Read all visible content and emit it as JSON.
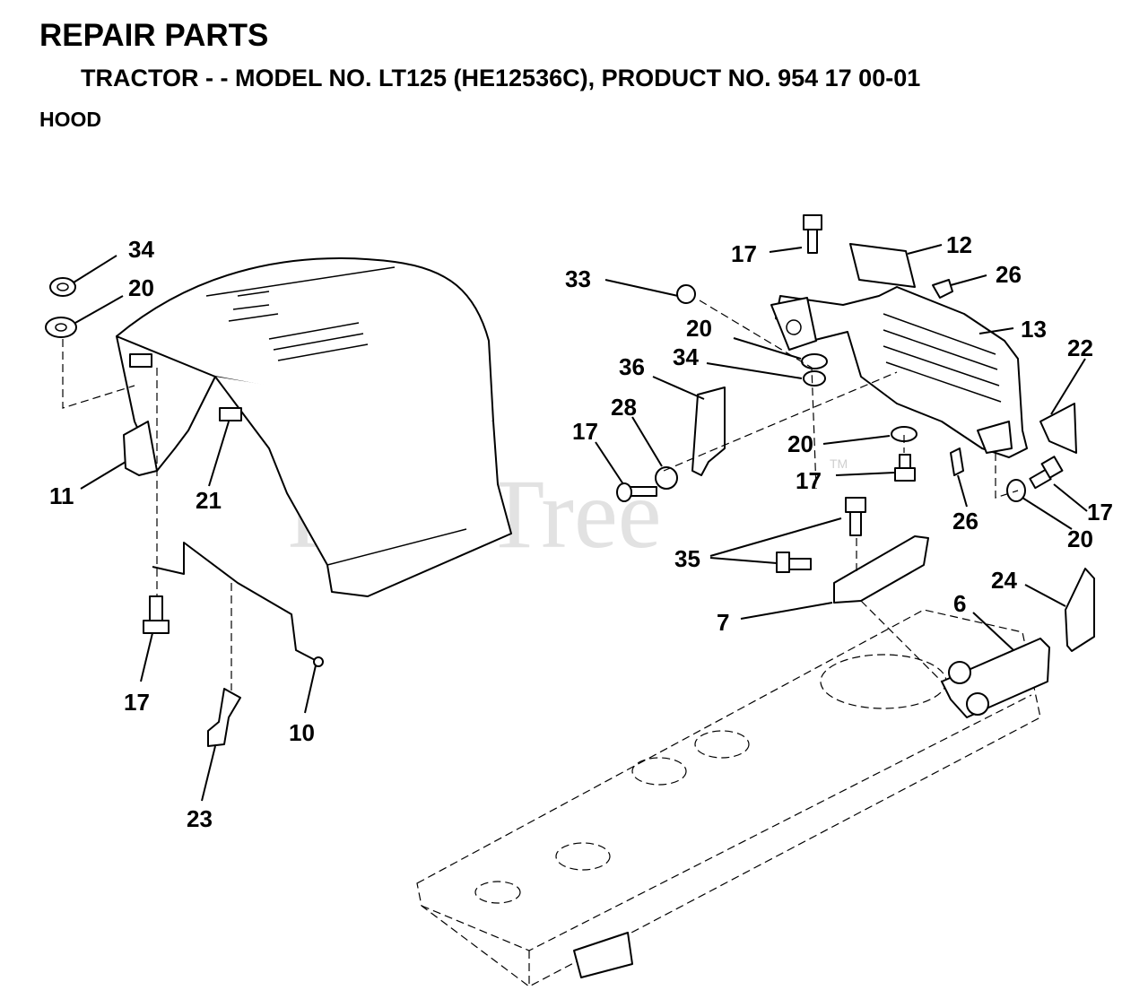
{
  "header": {
    "title": "REPAIR PARTS",
    "model_line": "TRACTOR - - MODEL NO. LT125 (HE12536C),  PRODUCT NO. 954 17 00-01",
    "section": "HOOD"
  },
  "watermark": {
    "text": "PartsTree",
    "trademark": "TM"
  },
  "callouts": [
    "34",
    "20",
    "11",
    "21",
    "17",
    "10",
    "23",
    "17",
    "12",
    "33",
    "26",
    "20",
    "13",
    "36",
    "34",
    "22",
    "28",
    "17",
    "20",
    "17",
    "26",
    "17",
    "20",
    "35",
    "24",
    "6",
    "7"
  ]
}
